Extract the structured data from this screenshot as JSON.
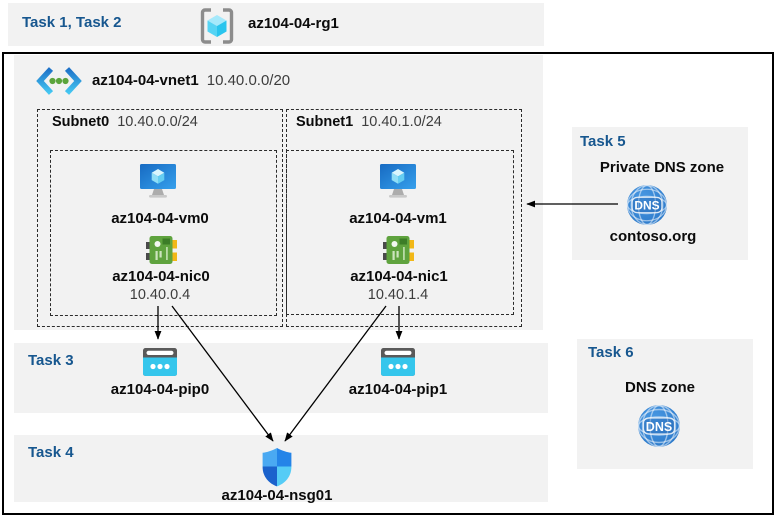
{
  "colors": {
    "heading_blue": "#17578f",
    "band_gray": "#f2f2f2",
    "arrow_black": "#000000",
    "vm_blue": "#2a8ce0",
    "nic_green": "#5fa33e",
    "pip_cyan": "#35c6ec",
    "dns_blue": "#2f7fd0"
  },
  "header": {
    "task_label": "Task 1, Task 2",
    "resource_group": "az104-04-rg1"
  },
  "vnet": {
    "name": "az104-04-vnet1",
    "cidr": "10.40.0.0/20",
    "subnets": [
      {
        "name": "Subnet0",
        "cidr": "10.40.0.0/24",
        "vm": "az104-04-vm0",
        "nic": "az104-04-nic0",
        "ip": "10.40.0.4"
      },
      {
        "name": "Subnet1",
        "cidr": "10.40.1.0/24",
        "vm": "az104-04-vm1",
        "nic": "az104-04-nic1",
        "ip": "10.40.1.4"
      }
    ]
  },
  "sections": {
    "task3": {
      "label": "Task 3",
      "pip0": "az104-04-pip0",
      "pip1": "az104-04-pip1"
    },
    "task4": {
      "label": "Task 4",
      "nsg": "az104-04-nsg01"
    },
    "task5": {
      "label": "Task 5",
      "title": "Private DNS zone",
      "zone": "contoso.org",
      "icon_text": "DNS"
    },
    "task6": {
      "label": "Task 6",
      "title": "DNS zone",
      "icon_text": "DNS"
    }
  }
}
